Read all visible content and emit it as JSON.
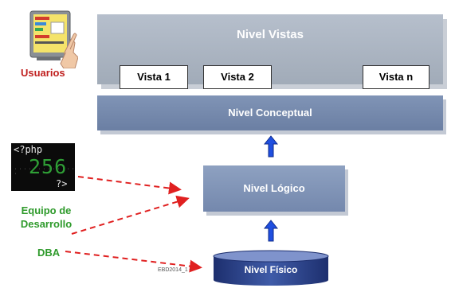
{
  "levels": {
    "vistas": "Nivel Vistas",
    "views": [
      "Vista 1",
      "Vista 2",
      "...",
      "Vista n"
    ],
    "conceptual": "Nivel Conceptual",
    "logico": "Nivel Lógico",
    "fisico": "Nivel Físico"
  },
  "actors": {
    "usuarios": "Usuarios",
    "equipo_line1": "Equipo de",
    "equipo_line2": "Desarrollo",
    "dba": "DBA"
  },
  "php_screen": {
    "top": "<?php",
    "number": "256",
    "bottom": "?>"
  },
  "footer": "EBD2014_1 -",
  "colors": {
    "arrow_blue": "#1f4fe0",
    "dashed_red": "#e02020",
    "green_text": "#2e9a2b",
    "red_text": "#c0201f"
  },
  "icons": [
    "touchscreen-monitor-icon",
    "php-code-screen-icon",
    "up-arrow-icon",
    "database-cylinder-icon"
  ]
}
